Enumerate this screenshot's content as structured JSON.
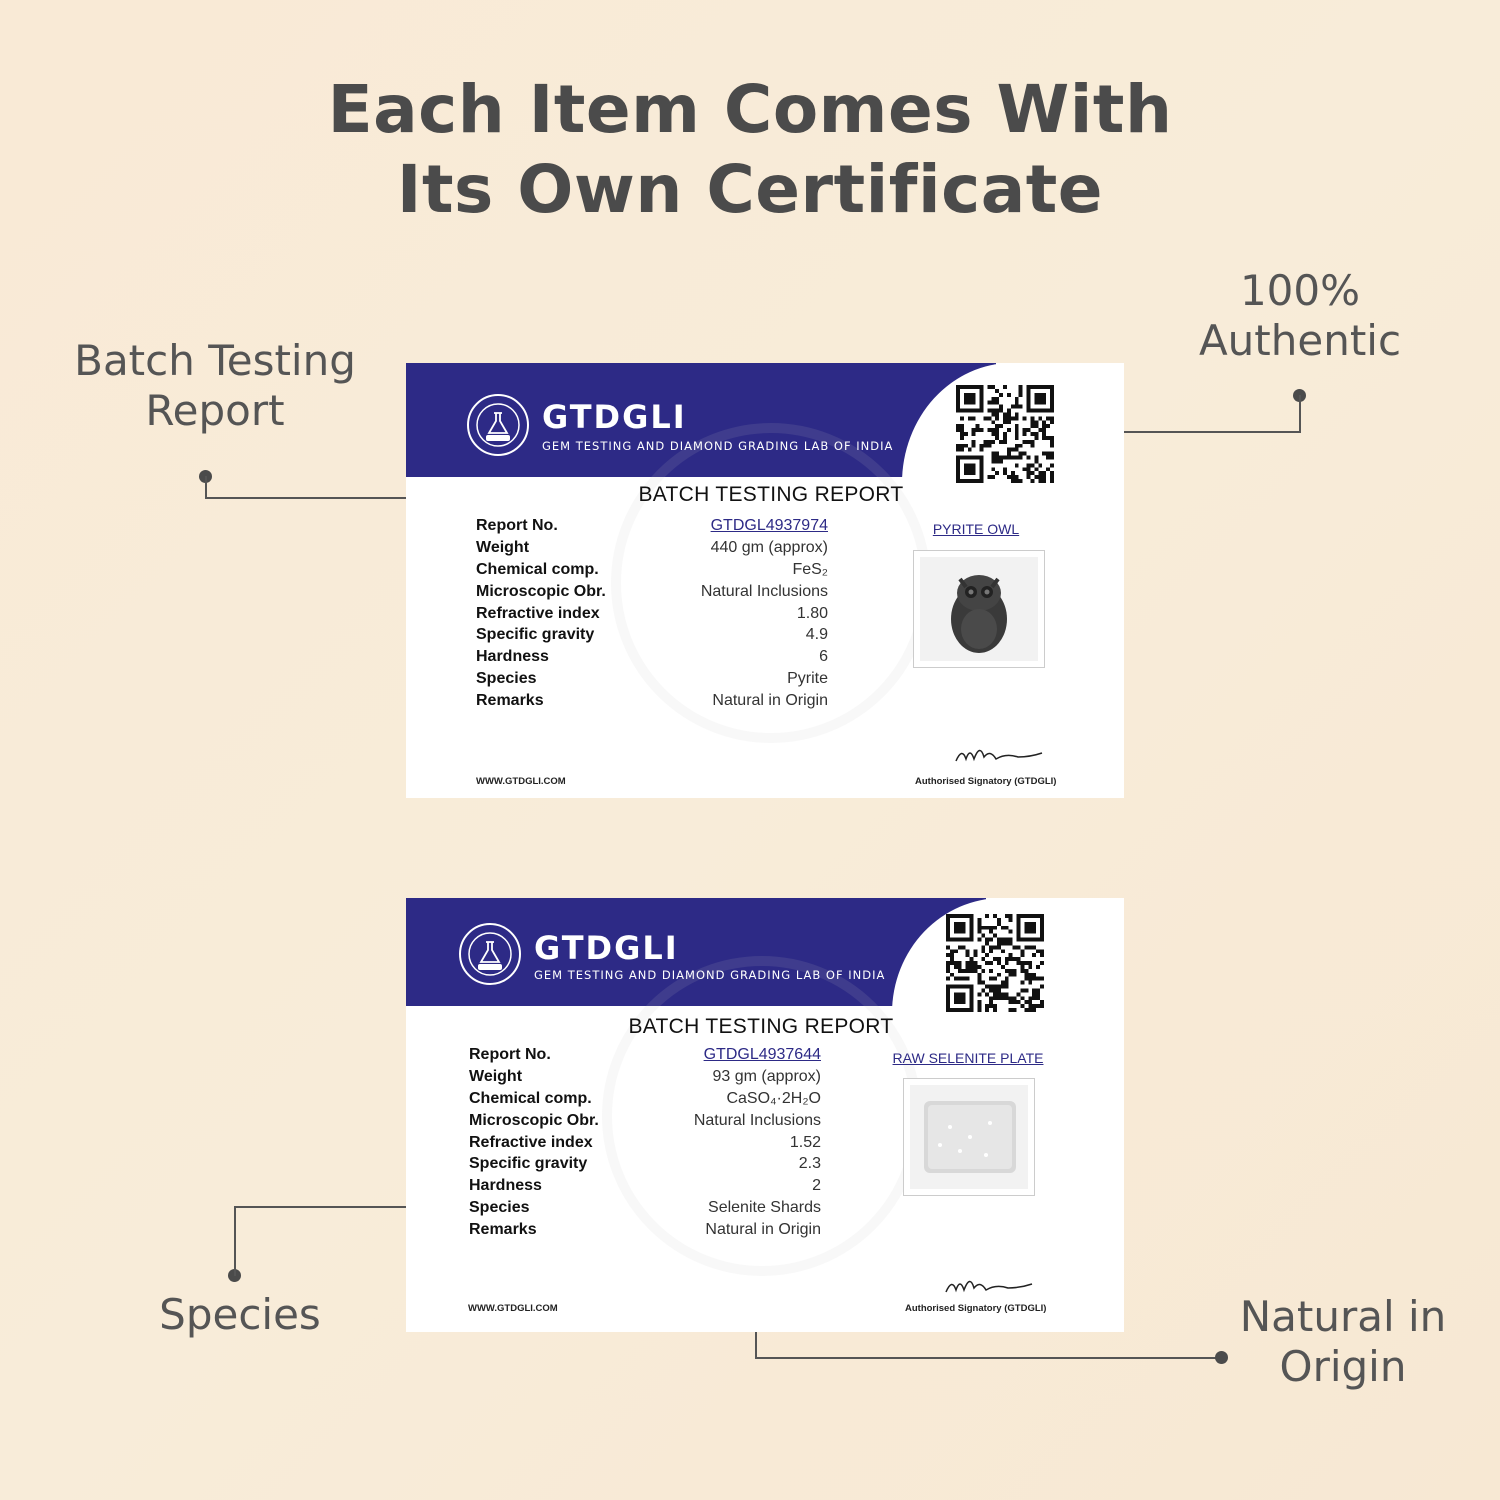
{
  "headline": {
    "line1": "Each Item Comes With",
    "line2": "Its Own Certificate"
  },
  "callouts": {
    "batch_testing_report": {
      "line1": "Batch Testing",
      "line2": "Report"
    },
    "authentic": {
      "line1": "100%",
      "line2": "Authentic"
    },
    "species": "Species",
    "natural_origin": {
      "line1": "Natural in",
      "line2": "Origin"
    }
  },
  "colors": {
    "brand": "#2d2a86",
    "background": "#f8ebd8",
    "text": "#4b4b4b"
  },
  "certificates": [
    {
      "brand": "GTDGLI",
      "brand_sub": "GEM TESTING AND DIAMOND GRADING LAB OF INDIA",
      "report_title": "BATCH TESTING REPORT",
      "item_name": "PYRITE OWL",
      "rows": [
        {
          "label": "Report No.",
          "value": "GTDGL4937974"
        },
        {
          "label": "Weight",
          "value": "440 gm (approx)"
        },
        {
          "label": "Chemical comp.",
          "value": "FeS₂"
        },
        {
          "label": "Microscopic Obr.",
          "value": "Natural Inclusions"
        },
        {
          "label": "Refractive index",
          "value": "1.80"
        },
        {
          "label": "Specific gravity",
          "value": "4.9"
        },
        {
          "label": "Hardness",
          "value": "6"
        },
        {
          "label": "Species",
          "value": "Pyrite"
        },
        {
          "label": "Remarks",
          "value": "Natural in Origin"
        }
      ],
      "website": "WWW.GTDGLI.COM",
      "signatory": "Authorised Signatory (GTDGLI)"
    },
    {
      "brand": "GTDGLI",
      "brand_sub": "GEM TESTING AND DIAMOND GRADING LAB OF INDIA",
      "report_title": "BATCH TESTING REPORT",
      "item_name": "RAW SELENITE PLATE",
      "rows": [
        {
          "label": "Report No.",
          "value": "GTDGL4937644"
        },
        {
          "label": "Weight",
          "value": "93 gm (approx)"
        },
        {
          "label": "Chemical comp.",
          "value": "CaSO₄·2H₂O"
        },
        {
          "label": "Microscopic Obr.",
          "value": "Natural Inclusions"
        },
        {
          "label": "Refractive index",
          "value": "1.52"
        },
        {
          "label": "Specific gravity",
          "value": "2.3"
        },
        {
          "label": "Hardness",
          "value": "2"
        },
        {
          "label": "Species",
          "value": "Selenite Shards"
        },
        {
          "label": "Remarks",
          "value": "Natural in Origin"
        }
      ],
      "website": "WWW.GTDGLI.COM",
      "signatory": "Authorised Signatory (GTDGLI)"
    }
  ]
}
